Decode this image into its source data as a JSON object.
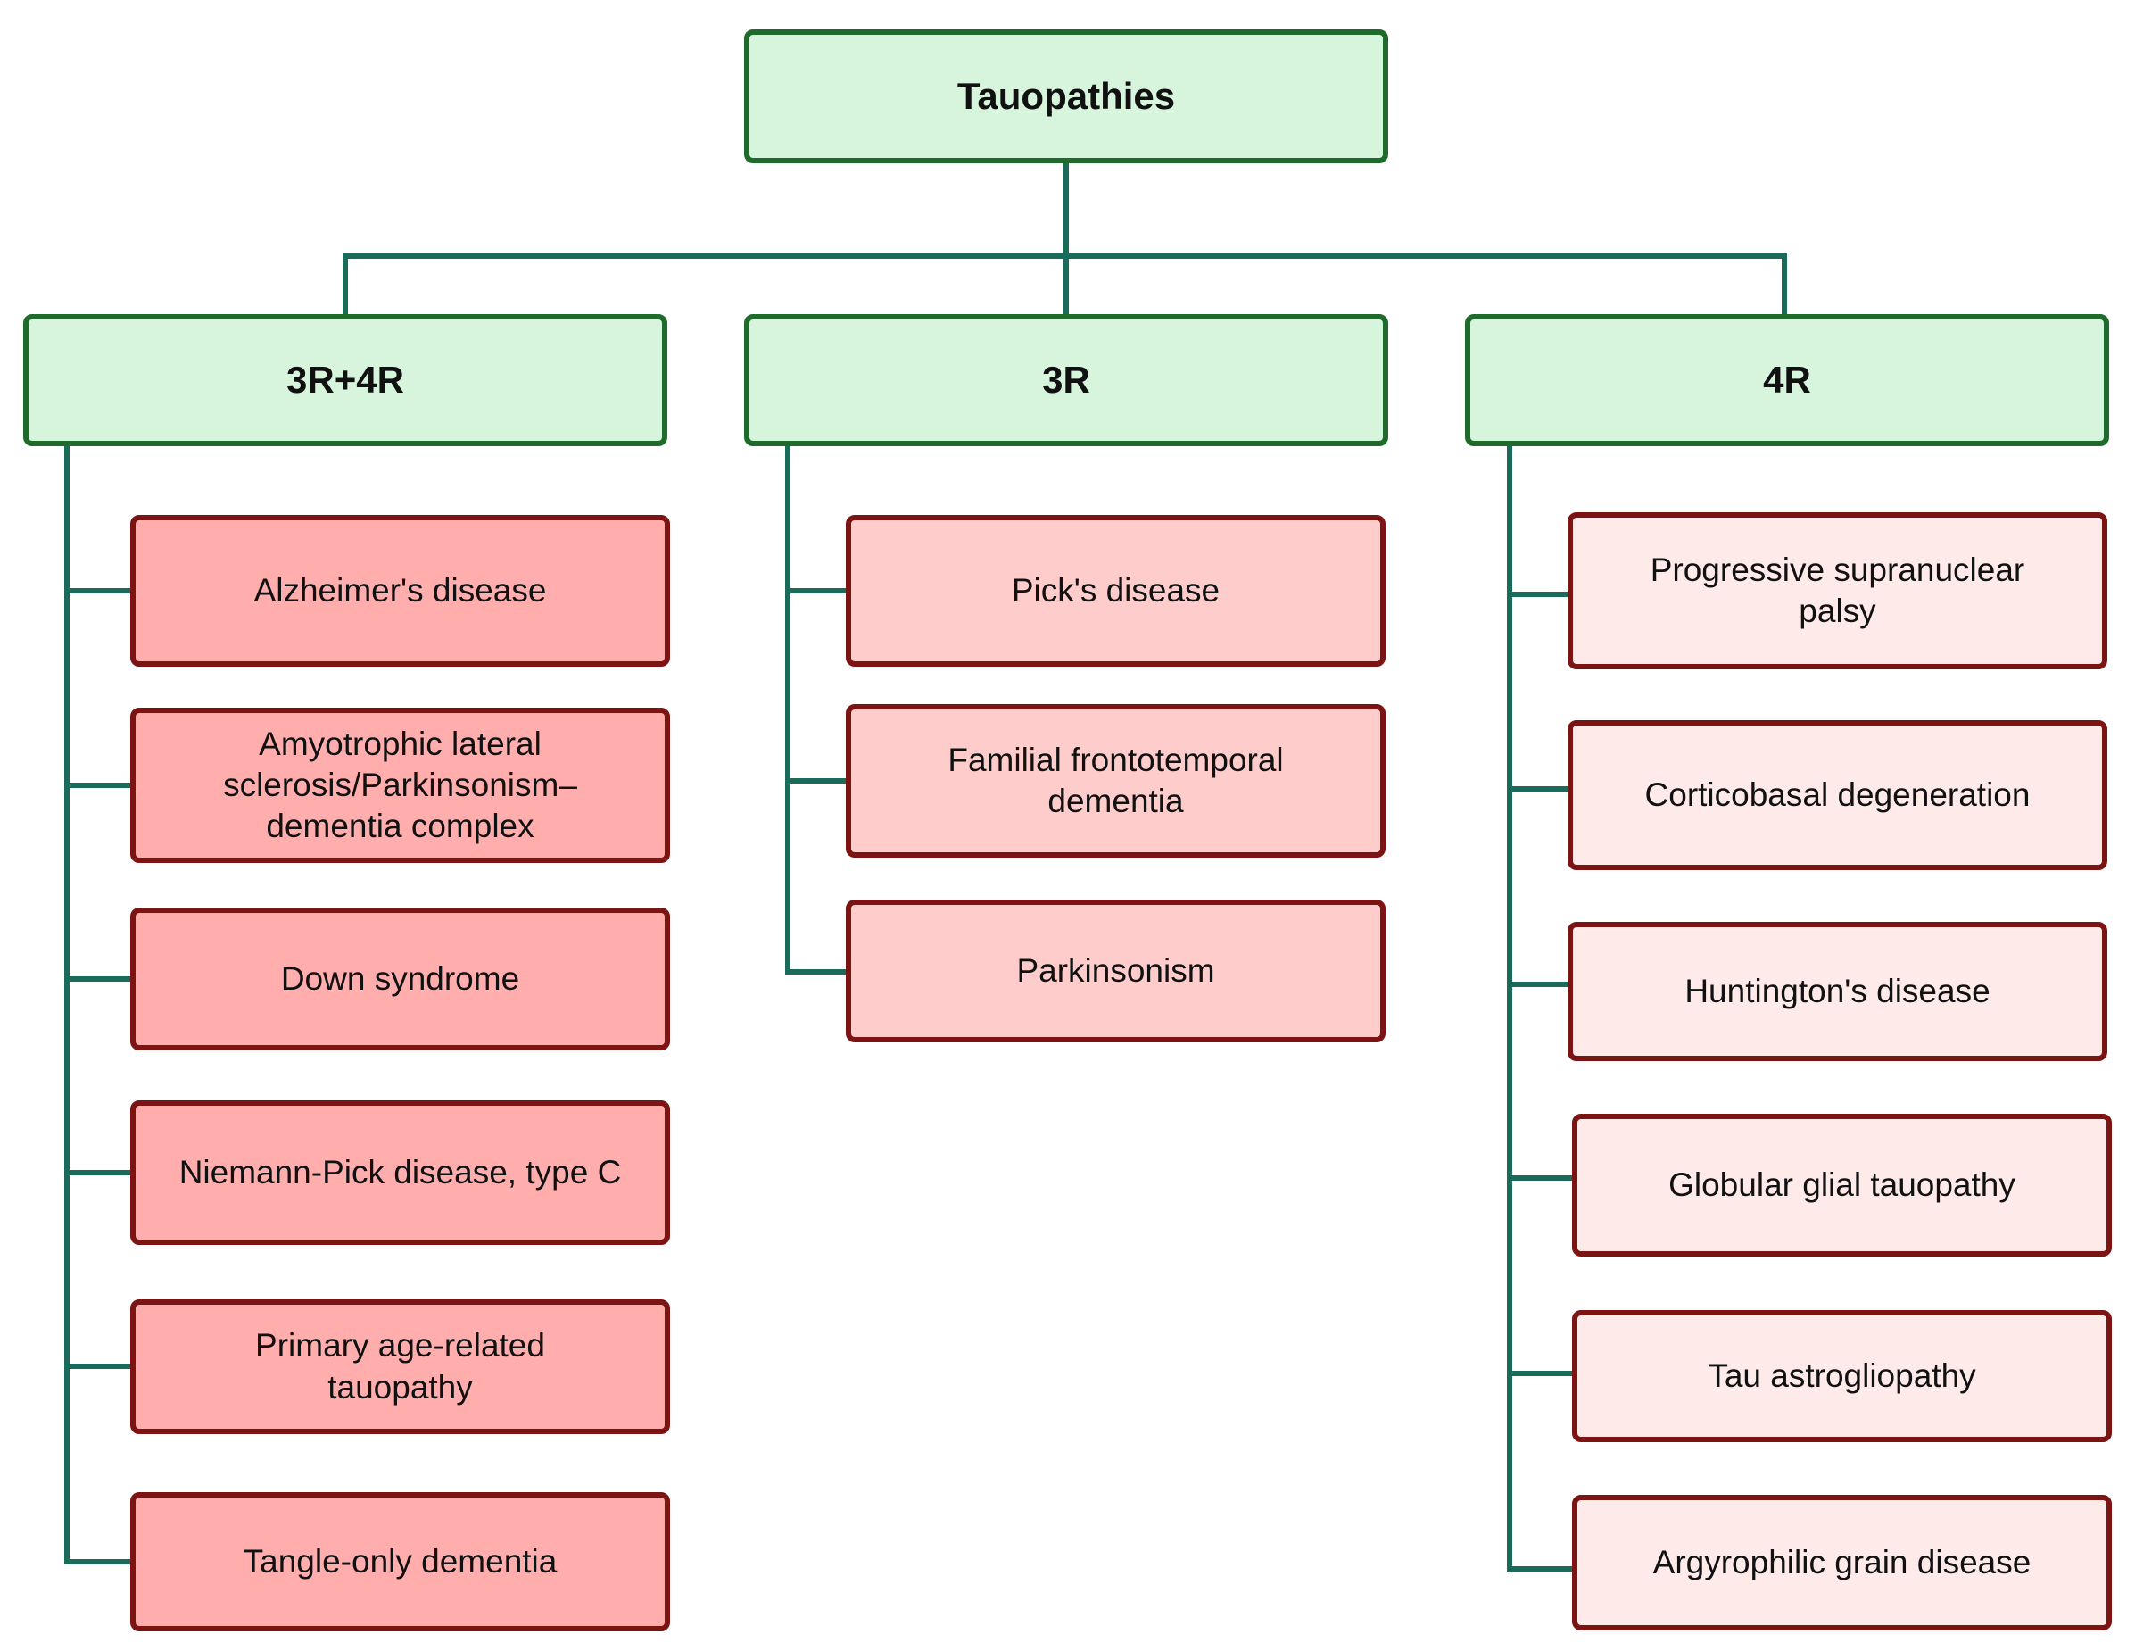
{
  "colors": {
    "connector": "#1b6b5b",
    "root_fill": "#d7f4dd",
    "root_border": "#1f6b2c",
    "leaf_border": "#7d1414",
    "leaf_3r4r_fill": "#ffadad",
    "leaf_3r_fill": "#ffcccc",
    "leaf_4r_fill": "#ffeaea"
  },
  "root": {
    "label": "Tauopathies"
  },
  "categories": [
    {
      "label": "3R+4R",
      "items": [
        "Alzheimer's disease",
        "Amyotrophic lateral\nsclerosis/Parkinsonism–\ndementia complex",
        "Down syndrome",
        "Niemann-Pick disease, type C",
        "Primary age-related\ntauopathy",
        "Tangle-only dementia"
      ]
    },
    {
      "label": "3R",
      "items": [
        "Pick's disease",
        "Familial frontotemporal\ndementia",
        "Parkinsonism"
      ]
    },
    {
      "label": "4R",
      "items": [
        "Progressive supranuclear\npalsy",
        "Corticobasal degeneration",
        "Huntington's disease",
        "Globular glial tauopathy",
        "Tau astrogliopathy",
        "Argyrophilic grain disease"
      ]
    }
  ]
}
